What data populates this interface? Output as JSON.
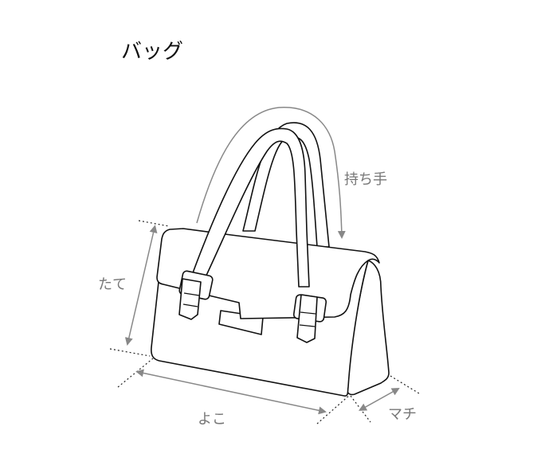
{
  "title": "バッグ",
  "labels": {
    "height": "たて",
    "handle": "持ち手",
    "width": "よこ",
    "depth": "マチ"
  },
  "colors": {
    "outline": "#111111",
    "measure": "#888888",
    "text": "#777777"
  }
}
